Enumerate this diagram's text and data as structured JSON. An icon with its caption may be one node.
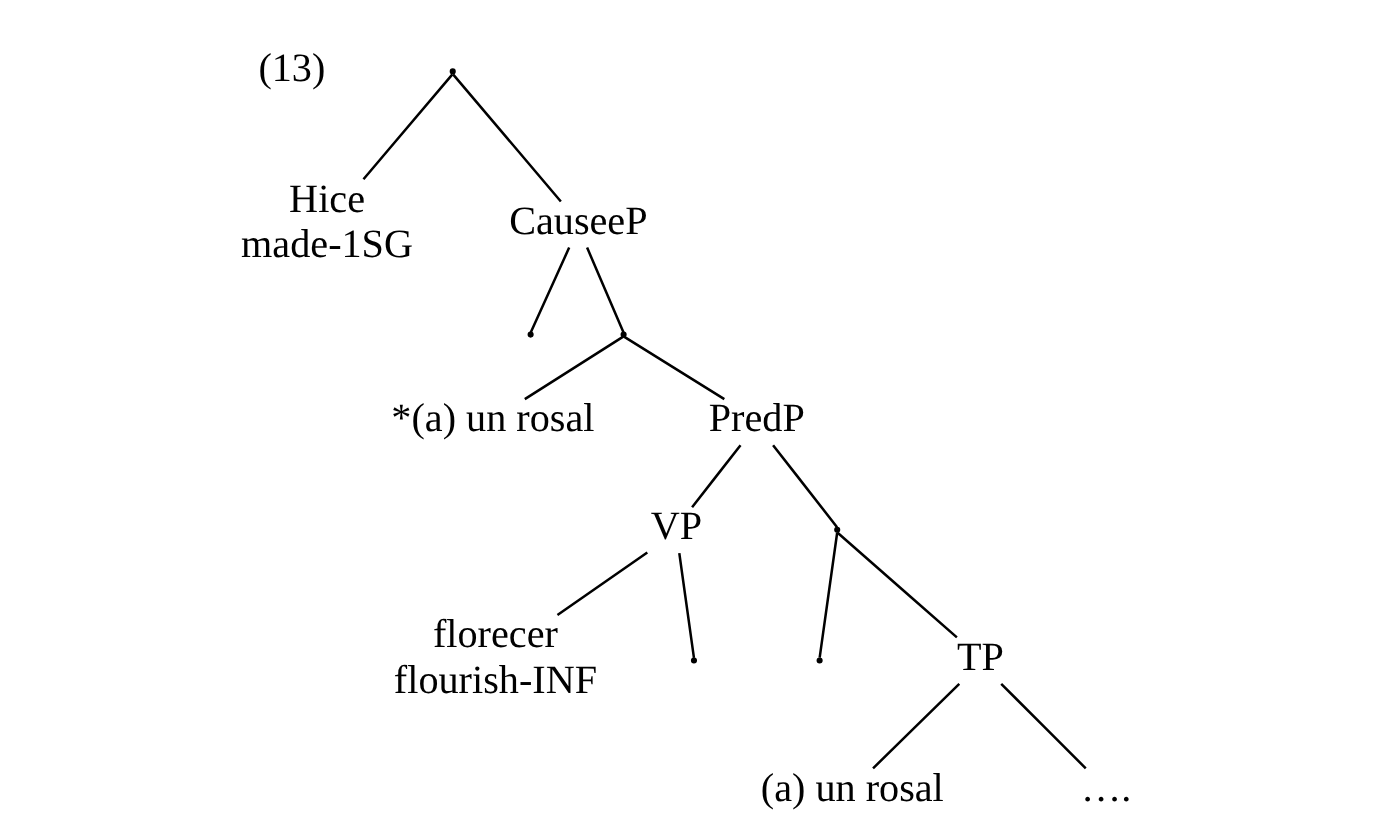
{
  "diagram": {
    "nodes": [
      {
        "text": [],
        "shape": "point"
      },
      {
        "text": [
          "Hice",
          "made-1SG"
        ]
      },
      {
        "text": [
          "CauseeP"
        ]
      },
      {
        "text": [],
        "shape": "point"
      },
      {
        "text": [],
        "shape": "point"
      },
      {
        "text": [
          "*(a) un rosal"
        ]
      },
      {
        "text": [
          "PredP"
        ]
      },
      {
        "text": [
          "VP"
        ]
      },
      {
        "text": [],
        "shape": "point"
      },
      {
        "text": [
          "florecer",
          "flourish-INF"
        ]
      },
      {
        "text": [],
        "shape": "point"
      },
      {
        "text": [],
        "shape": "point"
      },
      {
        "text": [
          "TP"
        ]
      },
      {
        "text": [
          "(a) un rosal"
        ]
      },
      {
        "text": [
          "…."
        ]
      }
    ],
    "edges": [
      {
        "from": 0,
        "to": 1,
        "arrow": "none"
      },
      {
        "from": 0,
        "to": 2,
        "arrow": "none"
      },
      {
        "from": 2,
        "to": 3,
        "arrow": "none"
      },
      {
        "from": 2,
        "to": 4,
        "arrow": "none"
      },
      {
        "from": 4,
        "to": 5,
        "arrow": "none"
      },
      {
        "from": 4,
        "to": 6,
        "arrow": "none"
      },
      {
        "from": 6,
        "to": 7,
        "arrow": "none"
      },
      {
        "from": 6,
        "to": 8,
        "arrow": "none"
      },
      {
        "from": 7,
        "to": 9,
        "arrow": "none"
      },
      {
        "from": 7,
        "to": 10,
        "arrow": "none"
      },
      {
        "from": 8,
        "to": 11,
        "arrow": "none"
      },
      {
        "from": 8,
        "to": 12,
        "arrow": "none"
      },
      {
        "from": 12,
        "to": 13,
        "arrow": "none"
      },
      {
        "from": 12,
        "to": 14,
        "arrow": "none"
      }
    ],
    "labels": [
      "(13)"
    ]
  }
}
